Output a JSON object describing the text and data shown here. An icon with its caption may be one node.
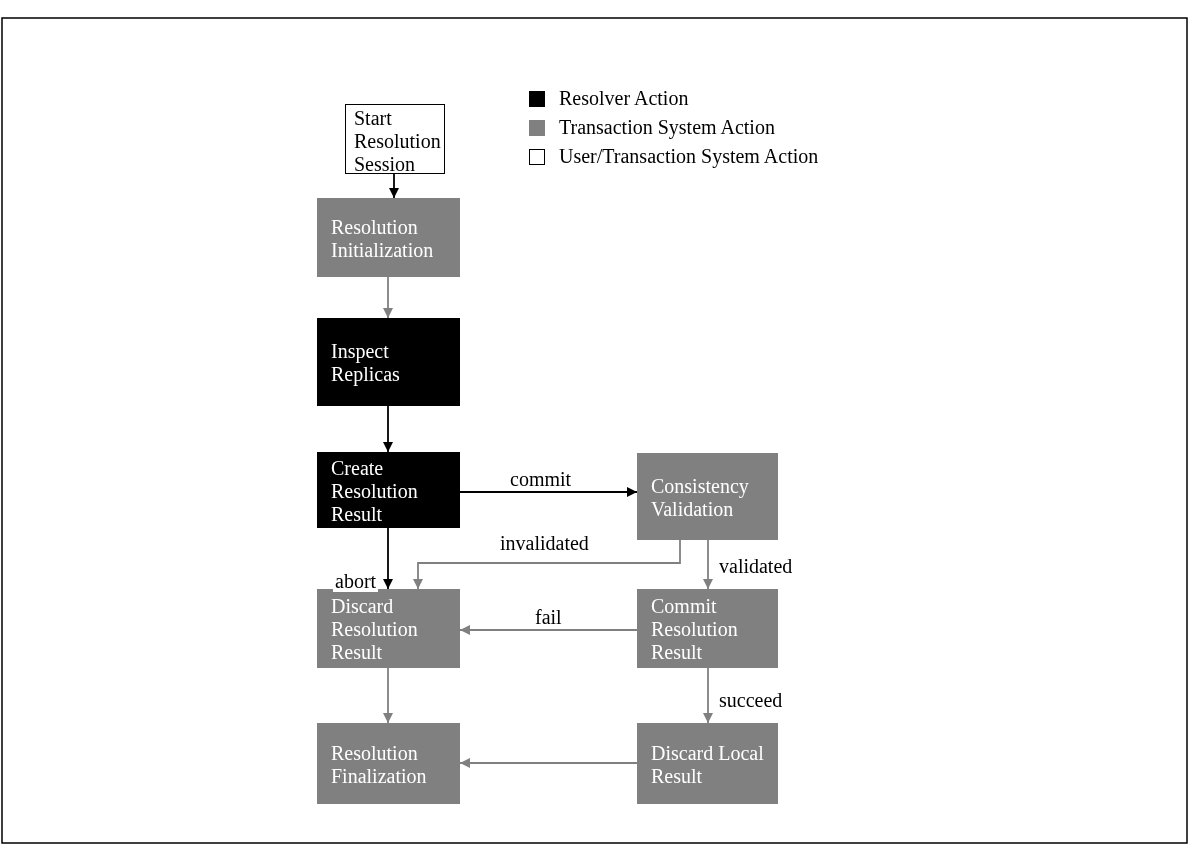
{
  "diagram": {
    "nodes": [
      {
        "text": [
          "Start Resolution Session"
        ]
      },
      {
        "text": [
          "Resolution Initialization"
        ]
      },
      {
        "text": [
          "Inspect Replicas"
        ]
      },
      {
        "text": [
          "Create Resolution Result"
        ]
      },
      {
        "text": [
          "Consistency Validation"
        ]
      },
      {
        "text": [
          "Discard Resolution Result"
        ]
      },
      {
        "text": [
          "Commit Resolution Result"
        ]
      },
      {
        "text": [
          "Resolution Finalization"
        ]
      },
      {
        "text": [
          "Discard Local Result"
        ]
      }
    ],
    "edges": [
      {
        "from": 0,
        "to": 1,
        "arrow": "to",
        "color": "#000000"
      },
      {
        "from": 1,
        "to": 2,
        "arrow": "to"
      },
      {
        "from": 2,
        "to": 3,
        "arrow": "to",
        "color": "#000000"
      },
      {
        "from": 3,
        "to": 4,
        "arrow": "to",
        "label": "commit",
        "color": "#000000"
      },
      {
        "from": 3,
        "to": 5,
        "arrow": "to",
        "label": "abort",
        "color": "#000000"
      },
      {
        "from": 4,
        "to": 5,
        "arrow": "to",
        "label": "invalidated"
      },
      {
        "from": 4,
        "to": 6,
        "arrow": "to",
        "label": "validated"
      },
      {
        "from": 6,
        "to": 5,
        "arrow": "to",
        "label": "fail"
      },
      {
        "from": 5,
        "to": 7,
        "arrow": "to"
      },
      {
        "from": 6,
        "to": 8,
        "arrow": "to",
        "label": "succeed"
      },
      {
        "from": 8,
        "to": 7,
        "arrow": "to"
      }
    ],
    "legend": [
      {
        "text": "Resolver Action",
        "color": "#000000"
      },
      {
        "text": "Transaction System Action",
        "color": "#808080"
      },
      {
        "text": "User/Transaction System Action",
        "color": "#ffffff"
      }
    ]
  }
}
